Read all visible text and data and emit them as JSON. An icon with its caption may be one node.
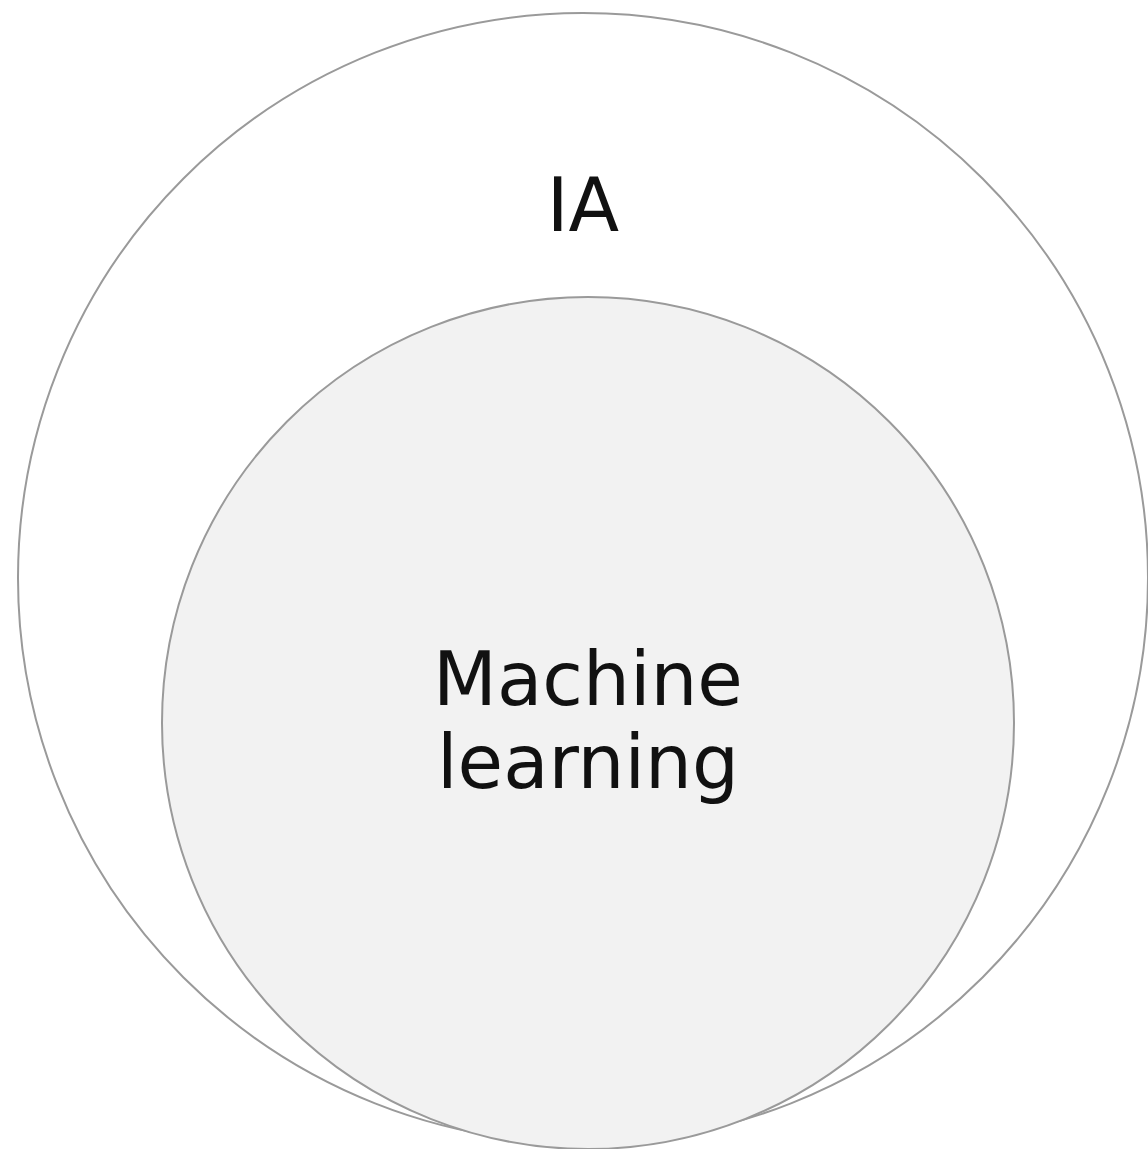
{
  "diagram": {
    "nodes": [
      {
        "text": [
          "IA"
        ]
      },
      {
        "text": [
          "Machine learning"
        ],
        "in": 0
      }
    ]
  }
}
